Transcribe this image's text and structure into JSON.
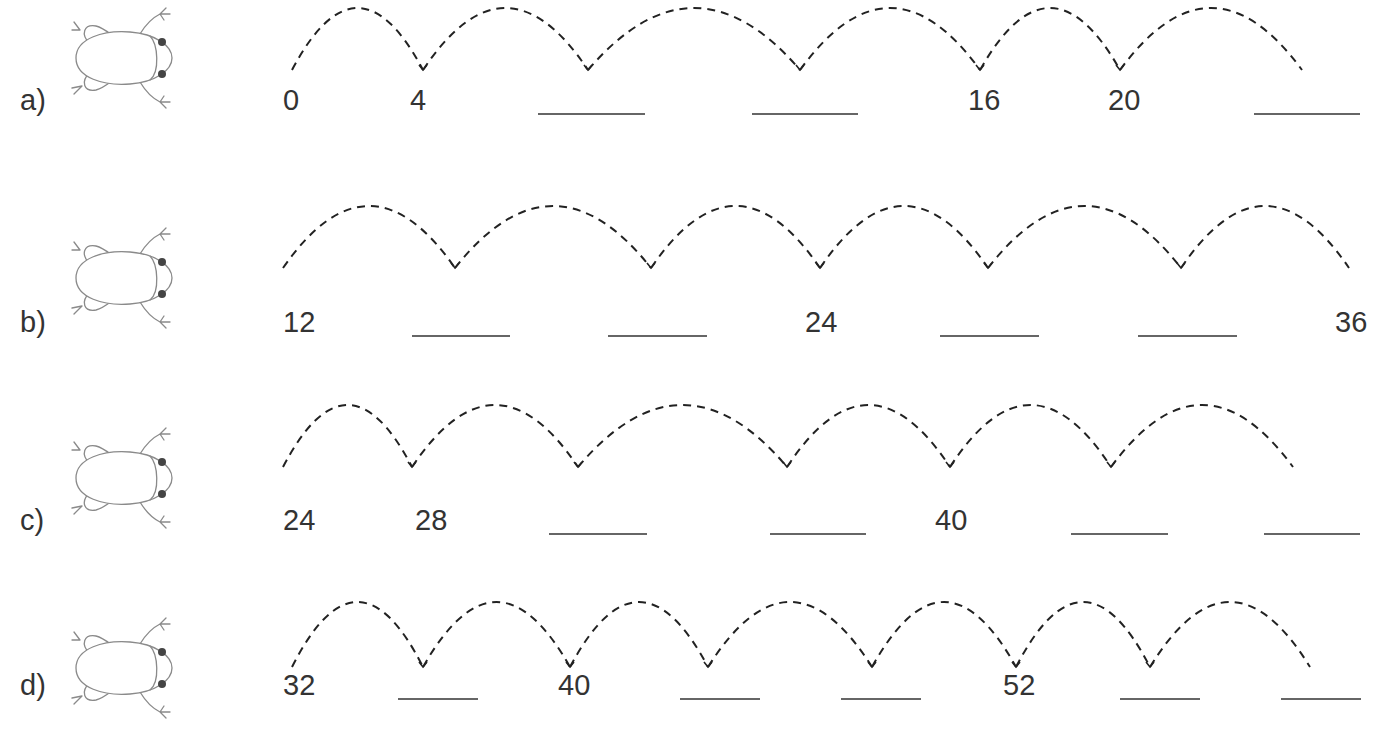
{
  "diagram": {
    "labels": [
      "a)",
      "0",
      "4",
      "16",
      "20",
      "b)",
      "12",
      "24",
      "36",
      "c)",
      "24",
      "28",
      "40",
      "d)",
      "32",
      "40",
      "52"
    ]
  }
}
